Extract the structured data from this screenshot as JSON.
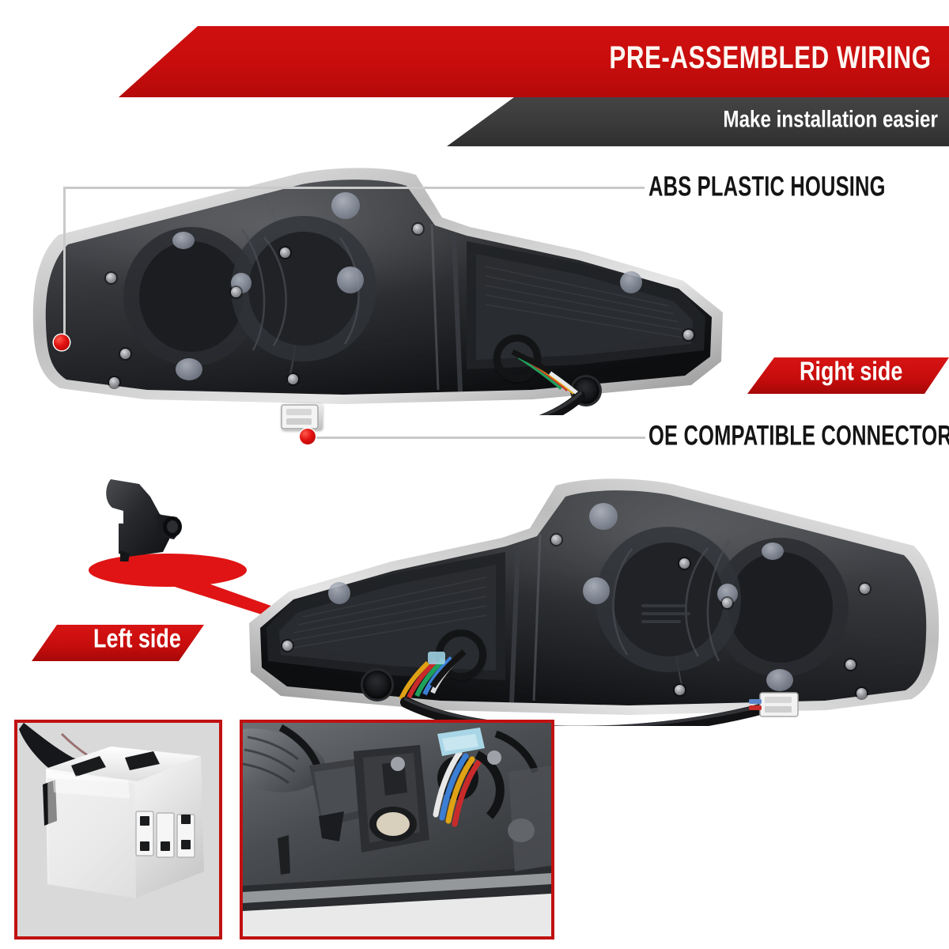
{
  "header": {
    "title": "PRE-ASSEMBLED WIRING",
    "subtitle": "Make installation easier",
    "red": "#c70c0c",
    "dark": "#383838"
  },
  "callouts": [
    {
      "id": "abs-plastic-housing",
      "label": "ABS PLASTIC HOUSING"
    },
    {
      "id": "oe-compatible-connector",
      "label": "OE COMPATIBLE CONNECTOR"
    }
  ],
  "badges": {
    "right": "Right side",
    "left": "Left side"
  },
  "products": {
    "right_side": {
      "name": "Right side tail light assembly"
    },
    "left_side": {
      "name": "Left side tail light assembly"
    },
    "bracket": {
      "name": "Mounting bracket"
    }
  },
  "insets": [
    {
      "id": "connector-closeup",
      "caption": ""
    },
    {
      "id": "installation-closeup",
      "caption": ""
    }
  ]
}
